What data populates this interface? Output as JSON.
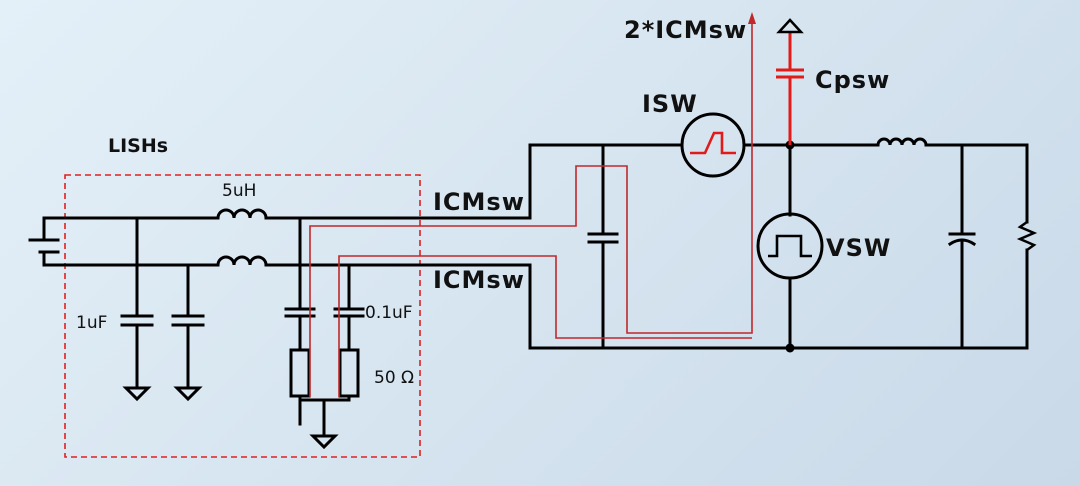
{
  "diagram": {
    "labels": {
      "lishs": "LISHs",
      "inductor": "5uH",
      "cap_1uf": "1uF",
      "cap_01uf": "0.1uF",
      "resistor": "50 Ω",
      "icm_top": "ICMsw",
      "icm_bottom": "ICMsw",
      "icm_total": "2*ICMsw",
      "cpsw": "Cpsw",
      "isw": "ISW",
      "vsw": "VSW"
    }
  }
}
